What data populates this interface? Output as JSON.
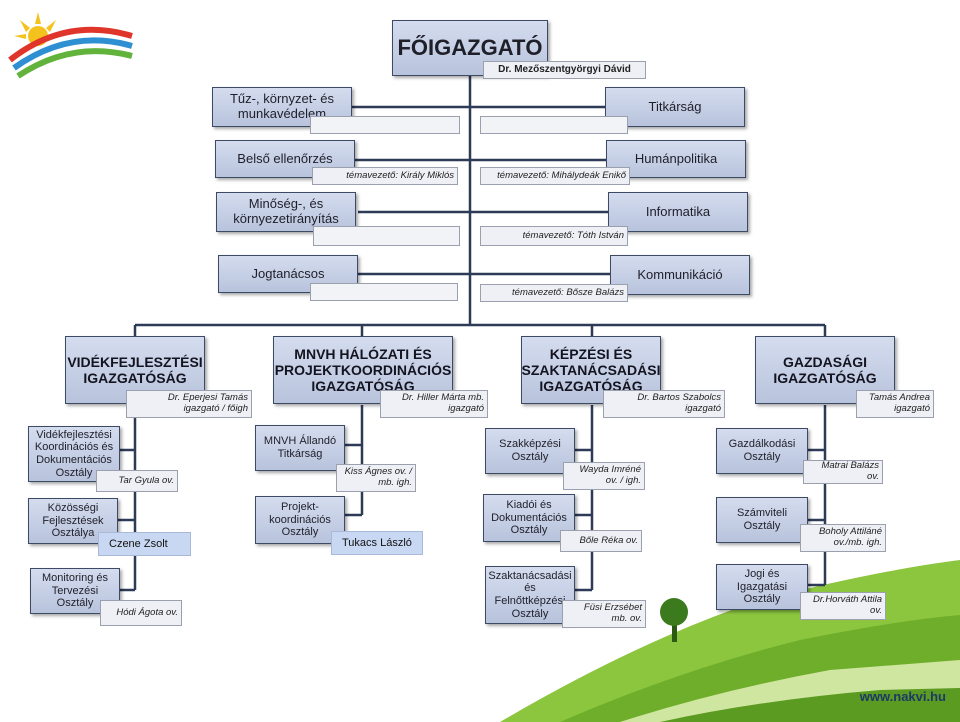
{
  "top": {
    "title": "FŐIGAZGATÓ",
    "person": "Dr. Mezőszentgyörgyi Dávid"
  },
  "staff_left": [
    {
      "name": "Tűz-, környzet- és munkavédelem",
      "label": ""
    },
    {
      "name": "Belső ellenőrzés",
      "label": "témavezető: Király Miklós"
    },
    {
      "name": "Minőség-, és környezetirányítás",
      "label": ""
    },
    {
      "name": "Jogtanácsos",
      "label": ""
    }
  ],
  "staff_right": [
    {
      "name": "Titkárság",
      "label": ""
    },
    {
      "name": "Humánpolitika",
      "label": "témavezető: Mihálydeák Enikő"
    },
    {
      "name": "Informatika",
      "label": "témavezető: Tóth István"
    },
    {
      "name": "Kommunikáció",
      "label": "témavezető: Bősze Balázs"
    }
  ],
  "directorates": [
    {
      "name": "VIDÉKFEJLESZTÉSI IGAZGATÓSÁG",
      "head": "Dr. Eperjesi Tamás igazgató / főigh",
      "departments": [
        {
          "name": "Vidékfejlesztési Koordinációs és Dokumentációs Osztály",
          "label": "Tar Gyula ov."
        },
        {
          "name": "Közösségi Fejlesztések Osztálya",
          "label": "Czene Zsolt"
        },
        {
          "name": "Monitoring és Tervezési Osztály",
          "label": "Hódi Ágota ov."
        }
      ]
    },
    {
      "name": "MNVH HÁLÓZATI ÉS PROJEKTKOORDINÁCIÓS IGAZGATÓSÁG",
      "head": "Dr. Hiller Márta mb. igazgató",
      "departments": [
        {
          "name": "MNVH Állandó Titkárság",
          "label": "Kiss Ágnes ov. / mb. igh."
        },
        {
          "name": "Projekt-koordinációs Osztály",
          "label": "Tukacs László"
        }
      ]
    },
    {
      "name": "KÉPZÉSI ÉS SZAKTANÁCSADÁSI IGAZGATÓSÁG",
      "head": "Dr. Bartos Szabolcs igazgató",
      "departments": [
        {
          "name": "Szakképzési Osztály",
          "label": "Wayda Imréné ov. / igh."
        },
        {
          "name": "Kiadói és Dokumentációs Osztály",
          "label": "Bőle Réka ov."
        },
        {
          "name": "Szaktanácsadási és Felnőttképzési Osztály",
          "label": "Füsi Erzsébet mb. ov."
        }
      ]
    },
    {
      "name": "GAZDASÁGI IGAZGATÓSÁG",
      "head": "Tamás Andrea igazgató",
      "departments": [
        {
          "name": "Gazdálkodási Osztály",
          "label": "Matrai Balázs ov."
        },
        {
          "name": "Számviteli Osztály",
          "label": "Boholy Attiláné ov./mb. igh."
        },
        {
          "name": "Jogi és Igazgatási Osztály",
          "label": "Dr.Horváth Attila ov."
        }
      ]
    }
  ],
  "footer": {
    "url": "www.nakvi.hu"
  },
  "colors": {
    "box_fill": "#c5cee6",
    "line": "#2e3b57",
    "hill_green": "#8cc63f",
    "accent_blue": "#1b3a66"
  }
}
